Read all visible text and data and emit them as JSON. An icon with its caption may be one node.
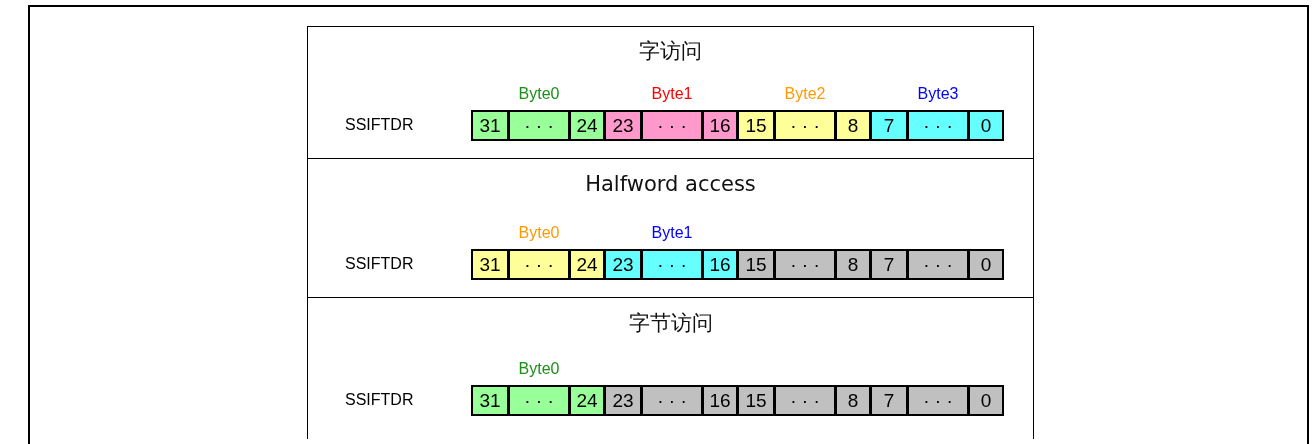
{
  "diagram": {
    "nodes": [
      {
        "text": [
          "字访问"
        ]
      },
      {
        "text": [
          "SSIFTDR",
          "Byte0",
          "Byte1",
          "Byte2",
          "Byte3"
        ]
      },
      {
        "text": [
          "31"
        ],
        "in": 1
      },
      {
        "text": [
          "· · ·"
        ],
        "in": 1
      },
      {
        "text": [
          "24"
        ],
        "in": 1
      },
      {
        "text": [
          "23"
        ],
        "in": 1
      },
      {
        "text": [
          "· · ·"
        ],
        "in": 1
      },
      {
        "text": [
          "16"
        ],
        "in": 1
      },
      {
        "text": [
          "15"
        ],
        "in": 1
      },
      {
        "text": [
          "· · ·"
        ],
        "in": 1
      },
      {
        "text": [
          "8"
        ],
        "in": 1
      },
      {
        "text": [
          "7"
        ],
        "in": 1
      },
      {
        "text": [
          "· · ·"
        ],
        "in": 1
      },
      {
        "text": [
          "0"
        ],
        "in": 1
      },
      {
        "text": [
          "Halfword access"
        ]
      },
      {
        "text": [
          "SSIFTDR",
          "Byte0",
          "Byte1"
        ]
      },
      {
        "text": [
          "31"
        ],
        "in": 15
      },
      {
        "text": [
          "· · ·"
        ],
        "in": 15
      },
      {
        "text": [
          "24"
        ],
        "in": 15
      },
      {
        "text": [
          "23"
        ],
        "in": 15
      },
      {
        "text": [
          "· · ·"
        ],
        "in": 15
      },
      {
        "text": [
          "16"
        ],
        "in": 15
      },
      {
        "text": [
          "15"
        ],
        "in": 15
      },
      {
        "text": [
          "· · ·"
        ],
        "in": 15
      },
      {
        "text": [
          "8"
        ],
        "in": 15
      },
      {
        "text": [
          "7"
        ],
        "in": 15
      },
      {
        "text": [
          "· · ·"
        ],
        "in": 15
      },
      {
        "text": [
          "0"
        ],
        "in": 15
      },
      {
        "text": [
          "字节访问"
        ]
      },
      {
        "text": [
          "SSIFTDR",
          "Byte0"
        ]
      },
      {
        "text": [
          "31"
        ],
        "in": 29
      },
      {
        "text": [
          "· · ·"
        ],
        "in": 29
      },
      {
        "text": [
          "24"
        ],
        "in": 29
      },
      {
        "text": [
          "23"
        ],
        "in": 29
      },
      {
        "text": [
          "· · ·"
        ],
        "in": 29
      },
      {
        "text": [
          "16"
        ],
        "in": 29
      },
      {
        "text": [
          "15"
        ],
        "in": 29
      },
      {
        "text": [
          "· · ·"
        ],
        "in": 29
      },
      {
        "text": [
          "8"
        ],
        "in": 29
      },
      {
        "text": [
          "7"
        ],
        "in": 29
      },
      {
        "text": [
          "· · ·"
        ],
        "in": 29
      },
      {
        "text": [
          "0"
        ],
        "in": 29
      }
    ]
  }
}
